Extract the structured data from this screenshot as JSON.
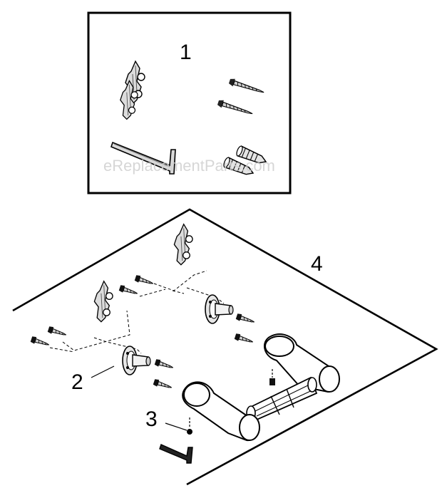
{
  "callouts": {
    "kit_box": "1",
    "flange": "2",
    "set_screw": "3",
    "wall": "4"
  },
  "watermark": "eReplacementParts.com",
  "colors": {
    "line": "#000000",
    "metal_fill": "#e6e6e6",
    "metal_dark": "#7a7a7a",
    "watermark": "#d0d0d0"
  },
  "icons": [
    "mounting-bracket-icon",
    "wood-screw-icon",
    "wall-anchor-icon",
    "hex-key-icon",
    "flange-icon",
    "set-screw-icon",
    "paper-holder-roller-icon"
  ]
}
